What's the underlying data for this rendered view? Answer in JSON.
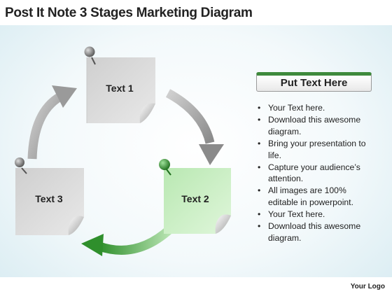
{
  "title": "Post It Note 3 Stages Marketing Diagram",
  "notes": [
    {
      "label": "Text 1",
      "color": "#e2e2e2"
    },
    {
      "label": "Text 2",
      "color": "#c9efc4"
    },
    {
      "label": "Text 3",
      "color": "#e2e2e2"
    }
  ],
  "panel": {
    "header": "Put Text Here",
    "bullets": [
      "Your Text here.",
      "Download this awesome diagram.",
      "Bring your presentation to life.",
      "Capture your audience’s attention.",
      "All images are 100% editable in powerpoint.",
      "Your Text here.",
      "Download this awesome diagram."
    ]
  },
  "footer": {
    "logo": "Your Logo"
  },
  "colors": {
    "accent_green": "#3e8a3c",
    "arrow_gray": "#8f8f8f",
    "arrow_green": "#3a9a36",
    "pin_gray": "#7a7a7a",
    "pin_green": "#2f8f2c"
  }
}
